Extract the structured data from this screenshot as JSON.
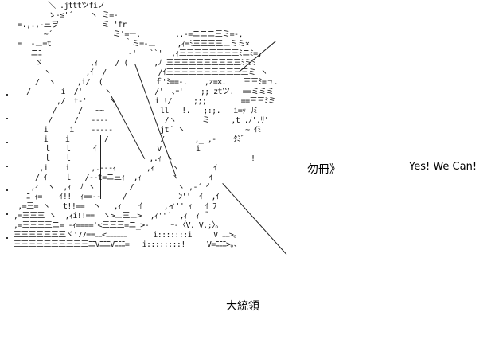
{
  "scene": {
    "tagline": "Yes! We Can!",
    "caption": "大統領",
    "mouth_text": "勿冊》",
    "ascii_art": [
      "          ＼ .jtttツfiノ",
      "          ゝ-≦'´    ヽ ミ=-",
      "   =.,.,-三ヲ          ミ 'fr",
      "         ~´              ミ'=ー,        ,.-=ニニニ三ミ=-,",
      "   =  -ニ=t                 ｀ミ=-ニ     ,ｨ=ﾐ三三三三ニミミ×",
      "      ニﾆ                    -'   ``'  ,ｨ三三三三三三三三ﾐニﾐ=,",
      "       ゞ           ,ｨ    / (      ,ﾉ 三三三三三三三三三三ﾐミﾐ",
      "         ヽ        ,ｲ  /            /ｲ三三三三三三三三三三三ミ ヽ",
      "       /  ヽ     ,i/  (            ｆ'ﾐ==-.    ,z=×.    三三ﾐ=ュ.",
      "     /       i  /'     ヽ          /'  ､ｰ'    ;; ztツ.  ==ミミミ",
      "            ,/  t-'     ヽ         i !/     ;;;        ==三三ﾐミ",
      "           /     /   ~~  `          ll   !.   ;:;.   i=ｯ ﾘﾐ",
      "          /     /   ----             /ヽ      ミ     ,t .ﾉ'.ﾘ'",
      "         i     i    -----           jt´ ヽ              ~ ｲﾐ",
      "         i    i        /            /       ,_ ,-    ﾀﾐﾞ",
      "         ｌ   ｌ     ｲ              V        i",
      "         ｌ   ｌ                  ,.ｨ ヽ                  !",
      "        ,i    i     ,.---ｨ       ,ｨ    ヽ        ｲ",
      "       / ｲ    ｌ   /--t=ニ三ｨ  ,ｨ       ヽ       ｲ",
      "      ,ｨ  ヽ  ,ｨ  ﾉ ヽ        /          ヽ ,-´ ｲ",
      "     ﾆ ｨ=    ｲ!!  ｨ==--     /            ﾝ''  ｲ  ,ｲ",
      "   ,=三= ヽ   t!!==  ヽ   ,ｨ    ｲ     ,ィ'' ｨ   ｲ ﾌ",
      "  ,=三三三 ヽ  ,ｨi!!==  ヽ>ニ三ニ>  ,ｨ''´  ,ｨ  ｨ  ﾞ",
      "  ,=三三三三ニ= -ｨ===='<三三三=ニ_>-     ｰ-〈V. V.;〉。",
      "  三三三三三三三ヾ'77==ﾆﾆ<ﾆﾆﾆﾆﾆﾆ      i:::::::i     V ﾆﾆ>。",
      "  三三三三三三三三三三ﾆﾆVﾆﾆﾆVﾆﾆﾆ=   i::::::::!     V=ﾆﾆﾆ>。、"
    ]
  }
}
